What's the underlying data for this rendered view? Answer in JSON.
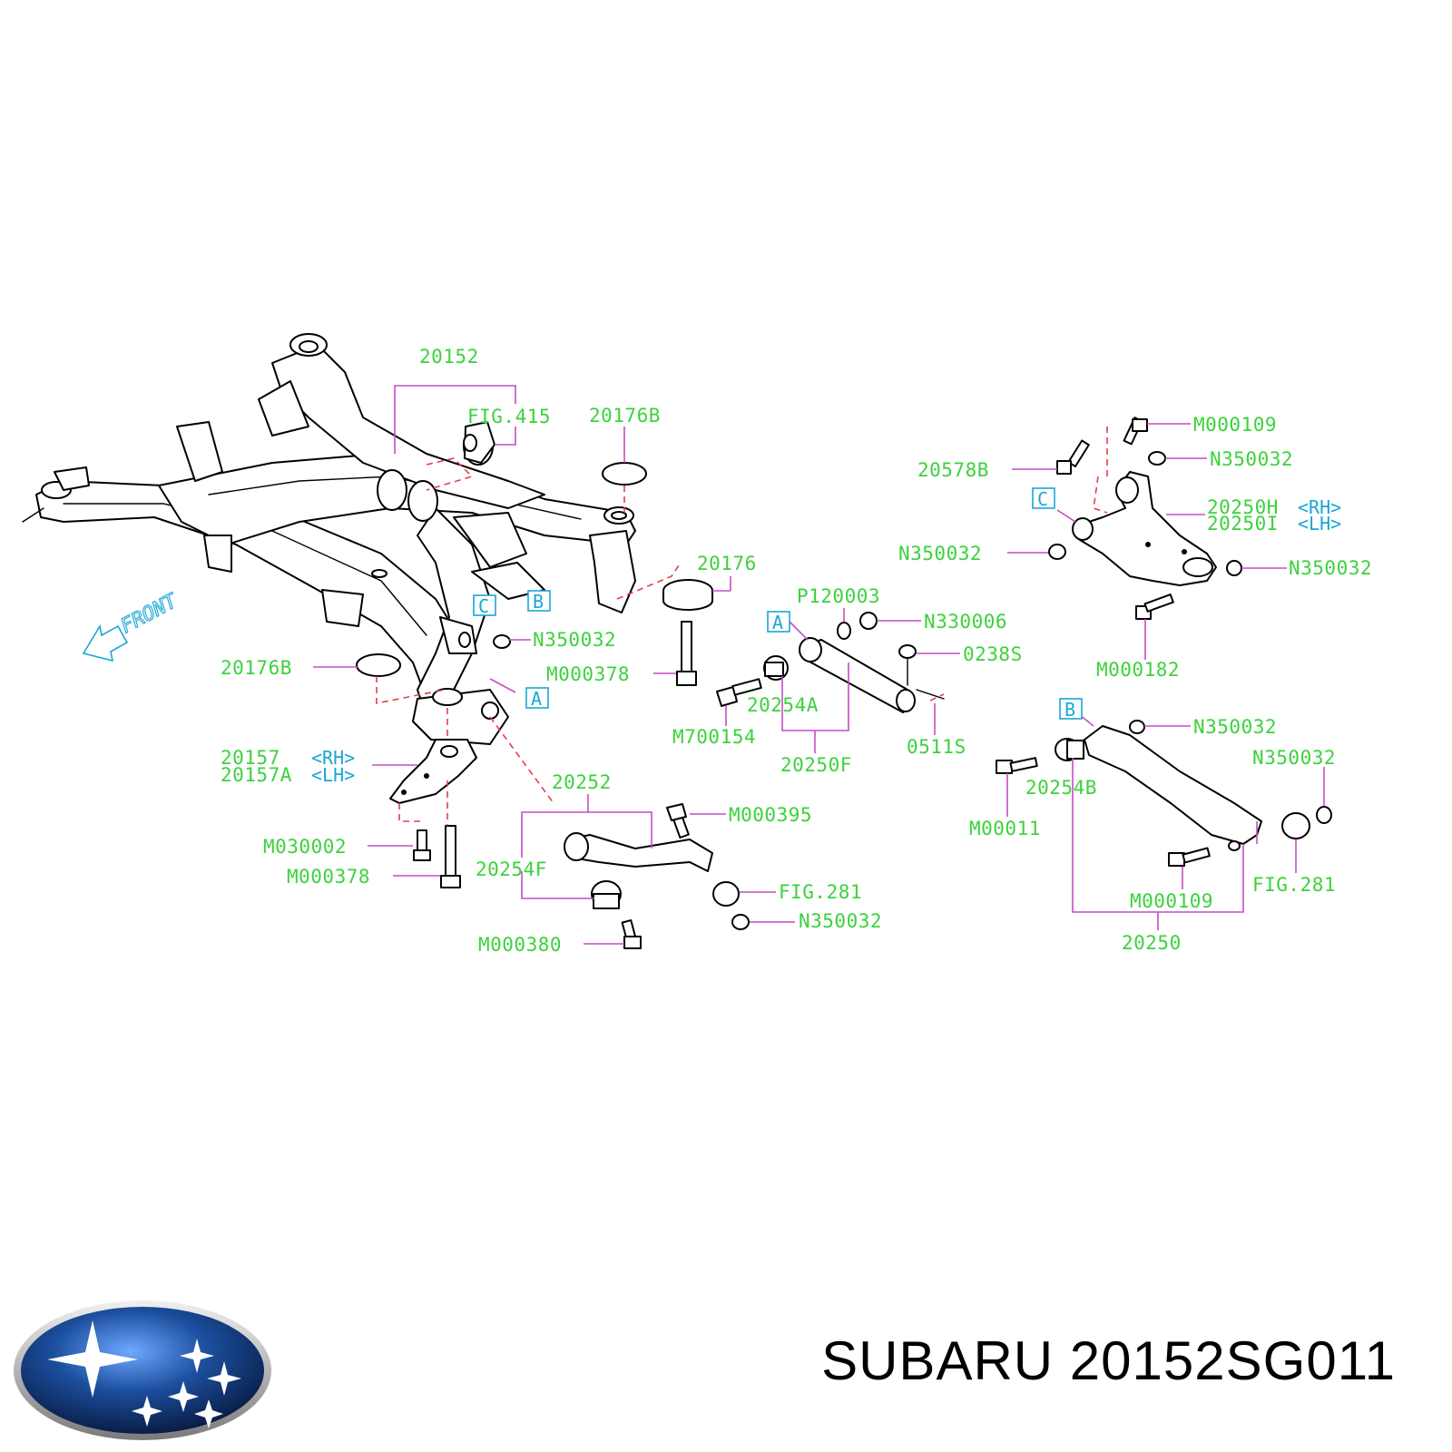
{
  "labels": {
    "l20152": "20152",
    "fig415": "FIG.415",
    "l20176b_top": "20176B",
    "l20176": "20176",
    "l20176b_left": "20176B",
    "n350032_center": "N350032",
    "m000378_top": "M000378",
    "l20157_rh": "20157",
    "rh_tag_1": "<RH>",
    "l20157a_lh": "20157A",
    "lh_tag_1": "<LH>",
    "m030002": "M030002",
    "m000378_bottom": "M000378",
    "l20252": "20252",
    "l20254f": "20254F",
    "m000395": "M000395",
    "fig281_center": "FIG.281",
    "n350032_lower": "N350032",
    "m000380": "M000380",
    "p120003": "P120003",
    "n330006": "N330006",
    "l0238s": "0238S",
    "l20254a": "20254A",
    "m700154": "M700154",
    "l20250f": "20250F",
    "l0511s": "0511S",
    "m000109_top": "M000109",
    "n350032_top": "N350032",
    "l20578b": "20578B",
    "l20250h": "20250H",
    "rh_tag_2": "<RH>",
    "l20250i": "20250I",
    "lh_tag_2": "<LH>",
    "n350032_left": "N350032",
    "n350032_right": "N350032",
    "m000182": "M000182",
    "n350032_b": "N350032",
    "n350032_far": "N350032",
    "l20254b": "20254B",
    "m00011": "M00011",
    "fig281_right": "FIG.281",
    "m000109_bottom": "M000109",
    "l20250": "20250"
  },
  "refs": {
    "a": "A",
    "b": "B",
    "c": "C"
  },
  "front_text": "FRONT",
  "caption": "SUBARU 20152SG011",
  "logo_alt": "SUBARU",
  "colors": {
    "label": "#3cd23c",
    "reference_box": "#1aa6d6",
    "leader": "#c44ec4",
    "dashed_guide": "#e04050",
    "logo_blue": "#1c4f9e"
  }
}
